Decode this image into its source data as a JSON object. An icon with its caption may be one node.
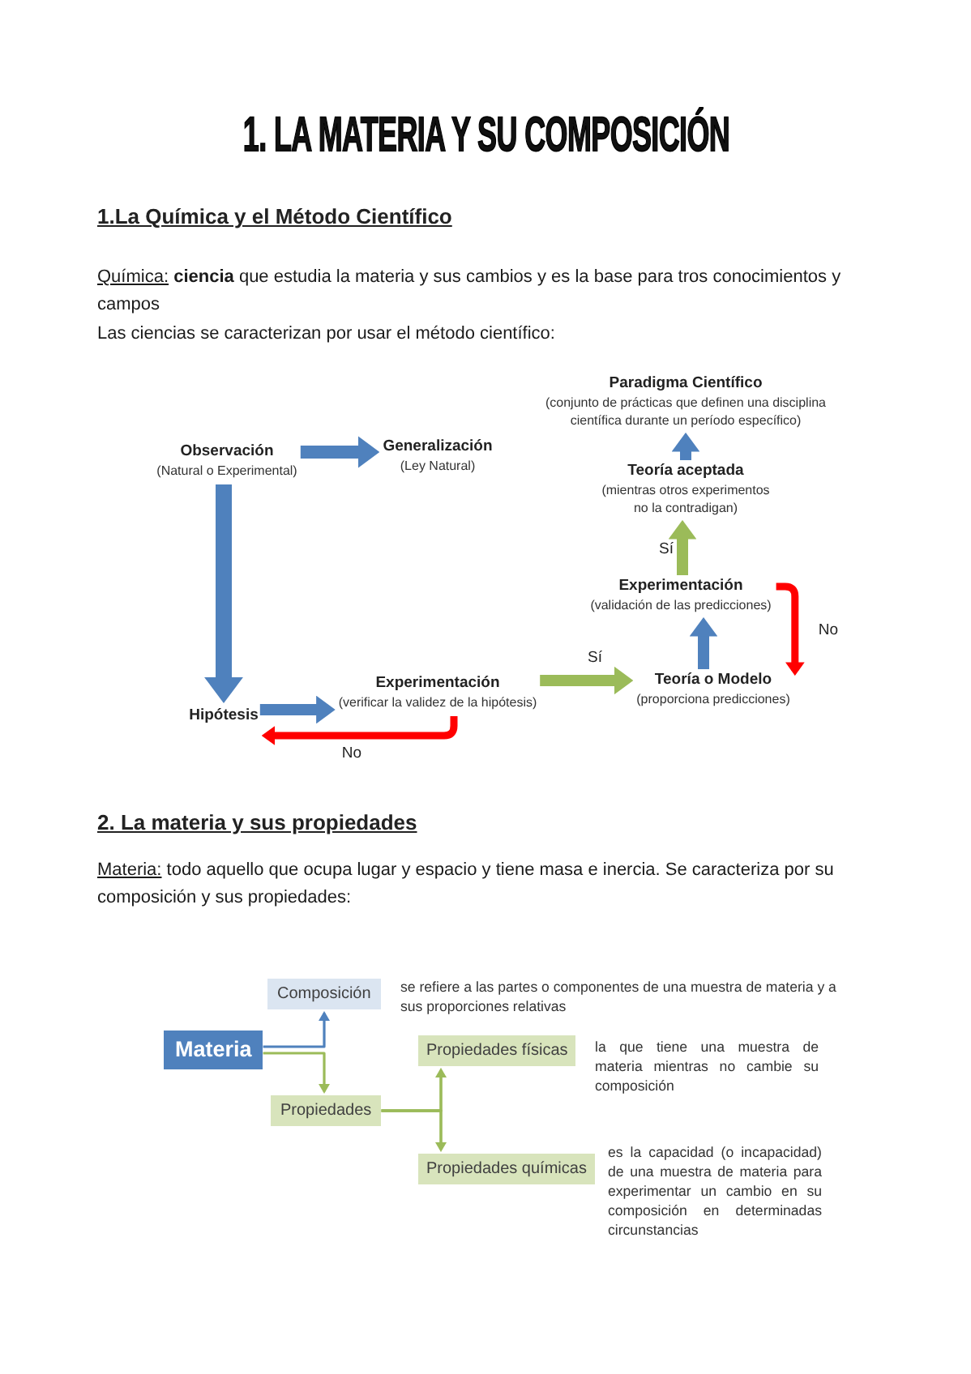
{
  "diagram": {
    "title": "1. LA MATERIA Y SU COMPOSICIÓN",
    "nodes": [
      {
        "text": [
          "Observación",
          "(Natural o Experimental)"
        ]
      },
      {
        "text": [
          "Generalización",
          "(Ley Natural)"
        ]
      },
      {
        "text": [
          "Hipótesis"
        ]
      },
      {
        "text": [
          "Experimentación",
          "(verificar la validez de la hipótesis)"
        ]
      },
      {
        "text": [
          "Teoría o Modelo",
          "(proporciona predicciones)"
        ]
      },
      {
        "text": [
          "Experimentación",
          "(validación de las predicciones)"
        ]
      },
      {
        "text": [
          "Teoría aceptada",
          "(mientras otros experimentos no la contradigan)"
        ]
      },
      {
        "text": [
          "Paradigma Científico",
          "(conjunto de prácticas que definen una disciplina científica durante un período específico)"
        ]
      },
      {
        "text": [
          "Materia"
        ]
      },
      {
        "text": [
          "Composición"
        ],
        "beside": [
          "se refiere a las partes o componentes de una muestra de materia y a sus proporciones relativas"
        ]
      },
      {
        "text": [
          "Propiedades"
        ]
      },
      {
        "text": [
          "Propiedades físicas"
        ],
        "beside": [
          "la que tiene una muestra de materia mientras no cambie su composición"
        ]
      },
      {
        "text": [
          "Propiedades químicas"
        ],
        "beside": [
          "es la capacidad (o incapacidad) de una muestra de materia para experimentar un cambio en su composición en determinadas circunstancias"
        ]
      }
    ],
    "edges": [
      {
        "from": 0,
        "to": 1,
        "arrow": "to"
      },
      {
        "from": 0,
        "to": 2,
        "arrow": "to"
      },
      {
        "from": 2,
        "to": 3,
        "arrow": "to"
      },
      {
        "from": 3,
        "to": 2,
        "arrow": "to",
        "label": "No",
        "color": "#ff0000"
      },
      {
        "from": 3,
        "to": 4,
        "arrow": "to",
        "label": "Sí",
        "color": "#9bbb59"
      },
      {
        "from": 4,
        "to": 5,
        "arrow": "to"
      },
      {
        "from": 5,
        "to": 4,
        "arrow": "to",
        "label": "No",
        "color": "#ff0000"
      },
      {
        "from": 5,
        "to": 6,
        "arrow": "to",
        "label": "Sí",
        "color": "#9bbb59"
      },
      {
        "from": 6,
        "to": 7,
        "arrow": "to"
      },
      {
        "from": 8,
        "to": 9,
        "arrow": "to"
      },
      {
        "from": 8,
        "to": 10,
        "arrow": "to",
        "color": "#9bbb59"
      },
      {
        "from": 10,
        "to": 11,
        "arrow": "to",
        "color": "#9bbb59"
      },
      {
        "from": 10,
        "to": 12,
        "arrow": "to",
        "color": "#9bbb59"
      }
    ],
    "labels": [
      "1.La Química y el Método Científico",
      "Química: **ciencia** que estudia la materia y sus cambios y es la base para tros conocimientos y campos",
      "Las ciencias se caracterizan por usar el método científico:",
      "2. La materia y sus propiedades",
      "Materia: todo aquello que ocupa lugar y espacio y tiene masa e inercia. Se caracteriza por su composición y sus propiedades:"
    ]
  }
}
